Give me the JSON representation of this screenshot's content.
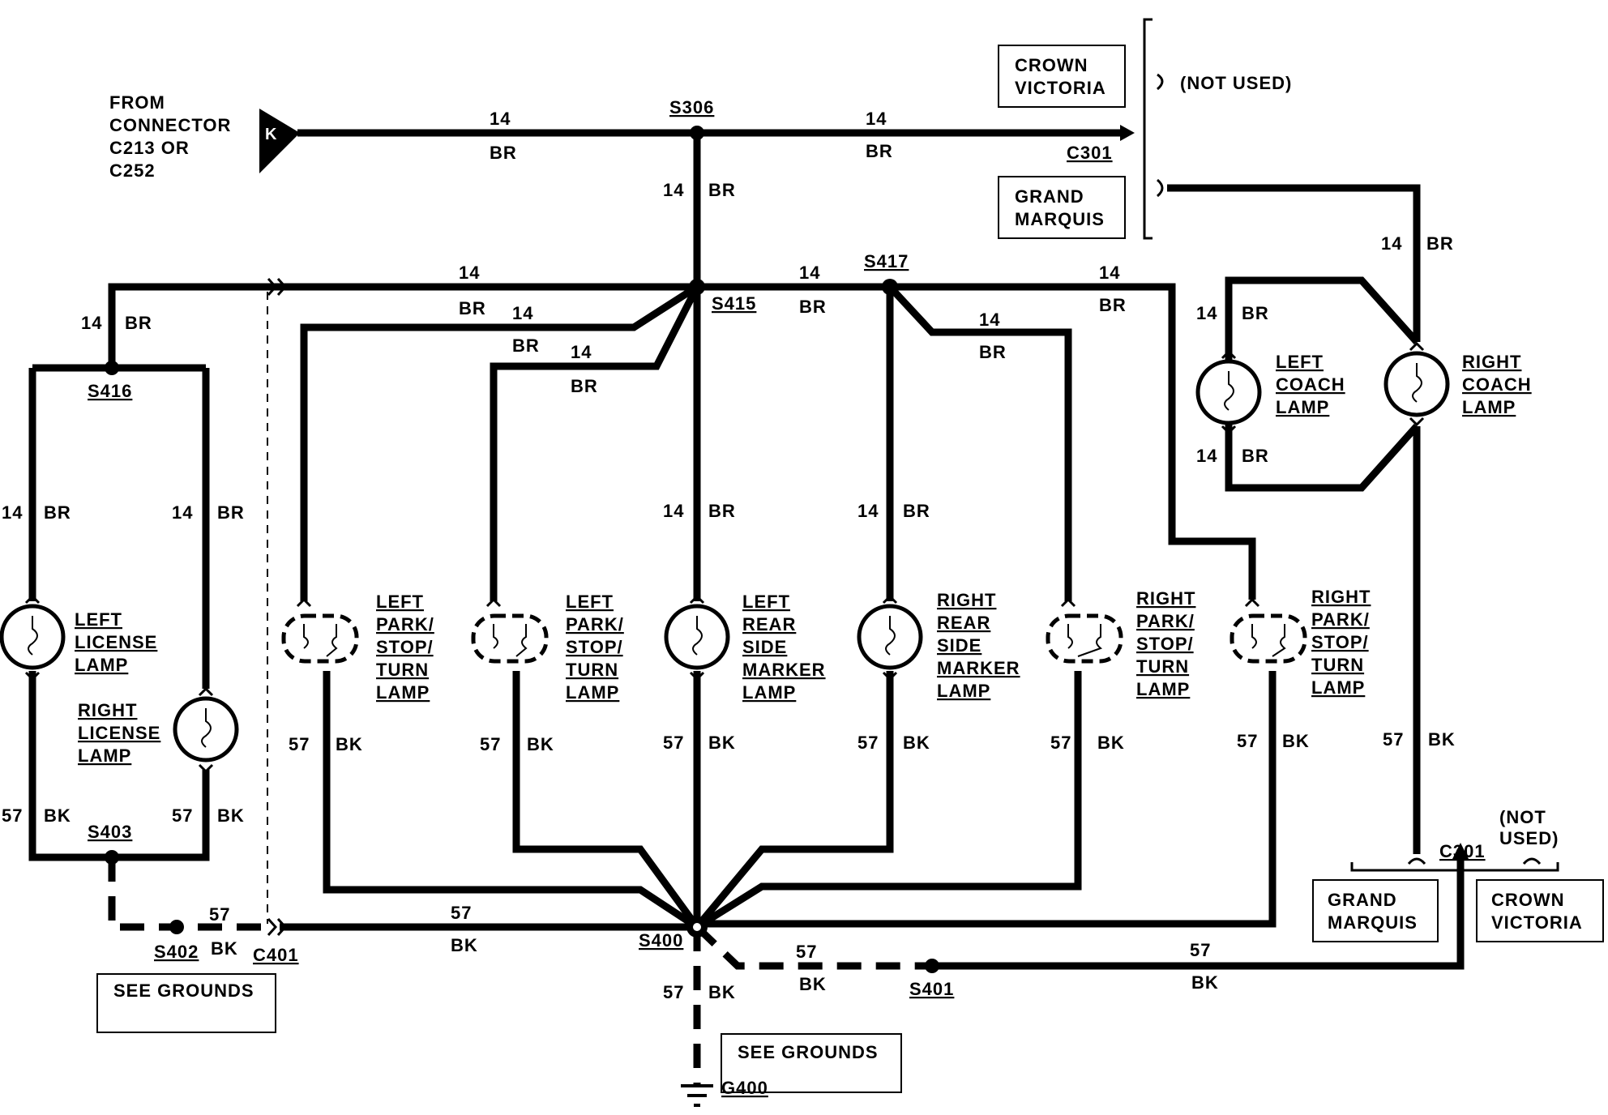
{
  "source": {
    "connector_letter": "K",
    "from_lines": [
      "FROM",
      "CONNECTOR",
      "C213 OR",
      "C252"
    ]
  },
  "splices": {
    "s306": "S306",
    "s415": "S415",
    "s417": "S417",
    "s416": "S416",
    "s403": "S403",
    "s402": "S402",
    "s400": "S400",
    "s401": "S401"
  },
  "connectors": {
    "c301_top": "C301",
    "c301_bottom": "C301",
    "c401": "C401"
  },
  "ground": "G400",
  "boxes": {
    "crown_victoria_top": [
      "CROWN",
      "VICTORIA"
    ],
    "grand_marquis_top": [
      "GRAND",
      "MARQUIS"
    ],
    "grand_marquis_bottom": [
      "GRAND",
      "MARQUIS"
    ],
    "crown_victoria_bottom": [
      "CROWN",
      "VICTORIA"
    ],
    "see_grounds_left": "SEE GROUNDS",
    "see_grounds_center": "SEE GROUNDS"
  },
  "notes": {
    "not_used_top": "(NOT USED)",
    "not_used_bottom": [
      "(NOT",
      "USED)"
    ]
  },
  "wire_gauges": {
    "br": "14",
    "bk": "57"
  },
  "wire_colors": {
    "br": "BR",
    "bk": "BK"
  },
  "lamps": {
    "left_license": [
      "LEFT",
      "LICENSE",
      "LAMP"
    ],
    "right_license": [
      "RIGHT",
      "LICENSE",
      "LAMP"
    ],
    "left_pst_1": [
      "LEFT",
      "PARK/",
      "STOP/",
      "TURN",
      "LAMP"
    ],
    "left_pst_2": [
      "LEFT",
      "PARK/",
      "STOP/",
      "TURN",
      "LAMP"
    ],
    "left_rear_side_marker": [
      "LEFT",
      "REAR",
      "SIDE",
      "MARKER",
      "LAMP"
    ],
    "right_rear_side_marker": [
      "RIGHT",
      "REAR",
      "SIDE",
      "MARKER",
      "LAMP"
    ],
    "right_pst_1": [
      "RIGHT",
      "PARK/",
      "STOP/",
      "TURN",
      "LAMP"
    ],
    "right_pst_2": [
      "RIGHT",
      "PARK/",
      "STOP/",
      "TURN",
      "LAMP"
    ],
    "left_coach": [
      "LEFT",
      "COACH",
      "LAMP"
    ],
    "right_coach": [
      "RIGHT",
      "COACH",
      "LAMP"
    ]
  }
}
